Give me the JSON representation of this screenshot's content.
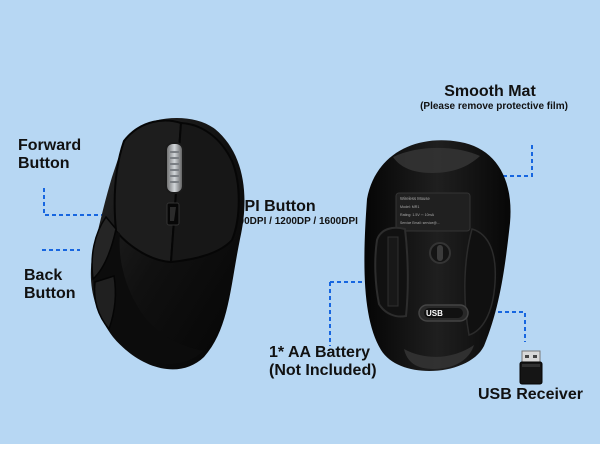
{
  "labels": {
    "forward_button": [
      "Forward",
      "Button"
    ],
    "back_button": [
      "Back",
      "Button"
    ],
    "dpi_button": "DPI Button",
    "dpi_values": "800DPI / 1200DP / 1600DPI",
    "smooth_mat": "Smooth Mat",
    "smooth_mat_note": "(Please remove protective film)",
    "battery": [
      "1* AA Battery",
      "(Not Included)"
    ],
    "usb_receiver": "USB Receiver"
  },
  "bottom_sticker": {
    "title": "Wireless Mouse",
    "line_1": "Model: MR1",
    "line_2": "Rating: 1.5V ⎓ 10mA",
    "line_3": "Service Email: service@..."
  },
  "usb_switch_label": "USB",
  "colors": {
    "background": "#b7d7f3",
    "guide_line": "#1766e0",
    "mouse_body": "#151515"
  },
  "icons": {
    "front_view": "mouse-front-view-icon",
    "bottom_view": "mouse-bottom-view-icon",
    "receiver": "usb-receiver-icon"
  }
}
